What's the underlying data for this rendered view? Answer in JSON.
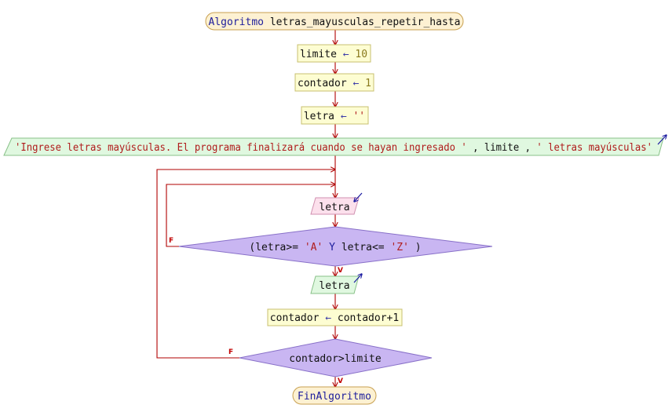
{
  "colors": {
    "flow_line": "#b00000",
    "terminal_fill": "#fdf1d2",
    "terminal_stroke": "#c8a050",
    "process_fill": "#fdfdd2",
    "process_stroke": "#c8c070",
    "output_fill": "#e0f8e0",
    "output_stroke": "#88c088",
    "input_fill": "#fce0ec",
    "input_stroke": "#d090b0",
    "decision_fill": "#c9b6f2",
    "decision_stroke": "#8870c8",
    "io_arrow": "#1a1aa0"
  },
  "start": {
    "keyword": "Algoritmo",
    "name": "letras_mayusculas_repetir_hasta"
  },
  "assign_limite": {
    "var": "limite",
    "arrow": "←",
    "value": "10"
  },
  "assign_contador": {
    "var": "contador",
    "arrow": "←",
    "value": "1"
  },
  "assign_letra": {
    "var": "letra",
    "arrow": "←",
    "value": "''"
  },
  "output_message": {
    "str1": "'Ingrese letras mayúsculas. El programa finalizará cuando se hayan ingresado '",
    "sep1": ",",
    "var": "limite",
    "sep2": ",",
    "str2": "' letras mayúsculas'"
  },
  "input_letra": {
    "text": "letra"
  },
  "decision_upper": {
    "p1": "(letra>=",
    "s1": "'A'",
    "kw": "Y",
    "p2": "letra<=",
    "s2": "'Z'",
    "p3": ")",
    "true_label": "V",
    "false_label": "F"
  },
  "output_letra": {
    "text": "letra"
  },
  "increment": {
    "var": "contador",
    "arrow": "←",
    "expr": "contador+1"
  },
  "decision_limit": {
    "text": "contador>limite",
    "true_label": "V",
    "false_label": "F"
  },
  "end": {
    "keyword": "FinAlgoritmo"
  }
}
